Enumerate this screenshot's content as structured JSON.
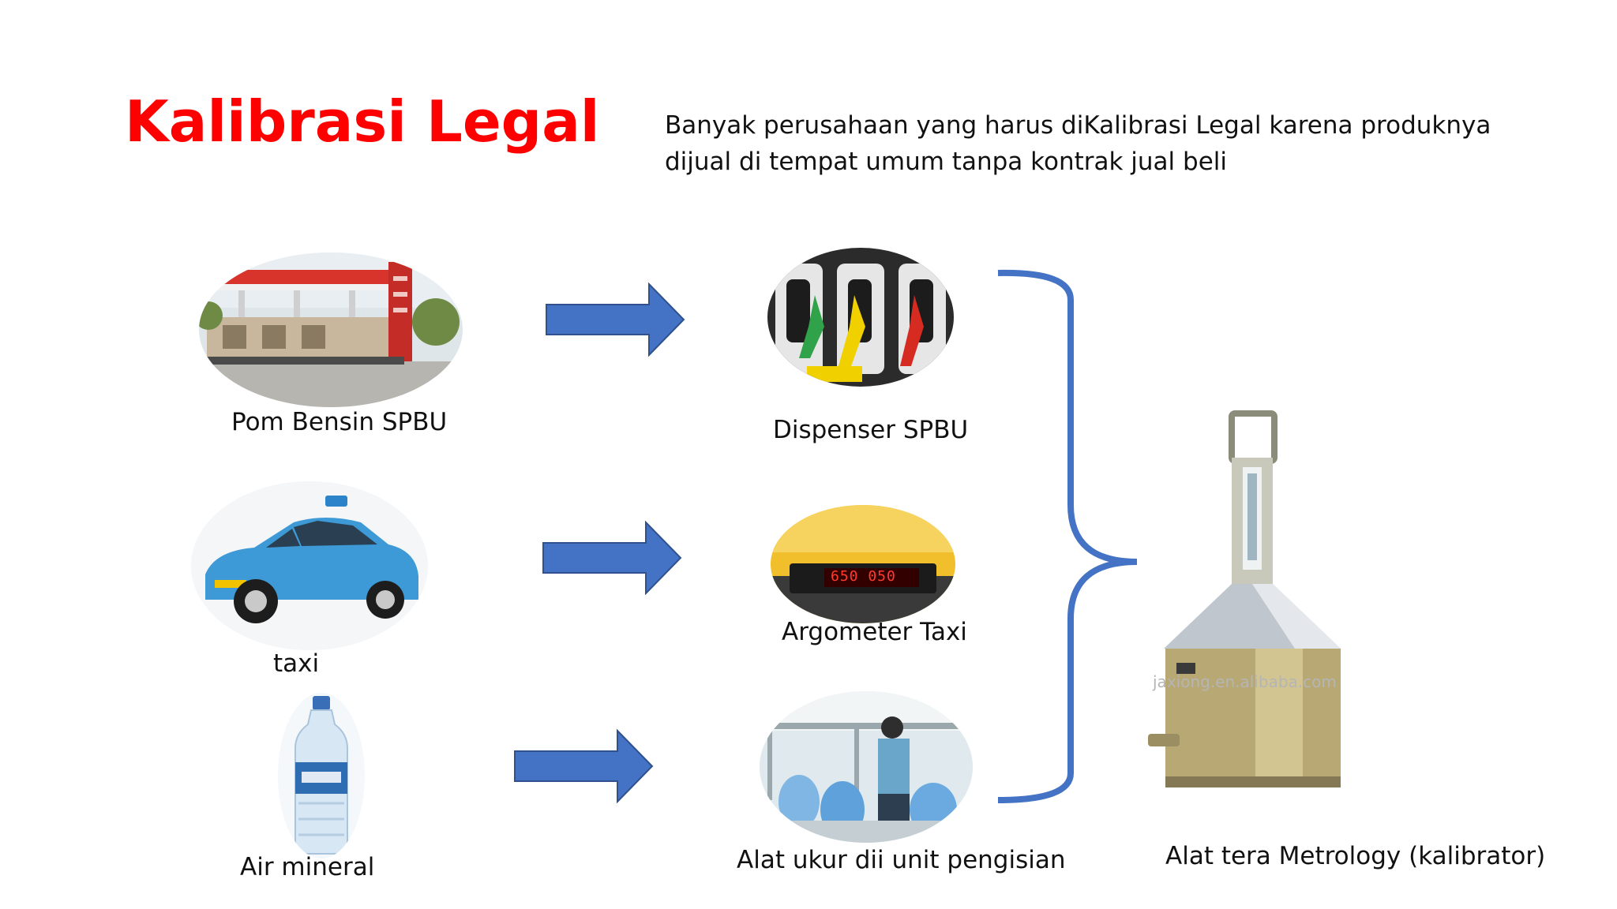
{
  "slide": {
    "title": "Kalibrasi Legal",
    "description_line1": "Banyak perusahaan yang harus diKalibrasi Legal karena produknya",
    "description_line2": "dijual di tempat umum tanpa kontrak jual beli"
  },
  "sources": [
    {
      "label": "Pom Bensin SPBU",
      "icon": "gas-station-photo"
    },
    {
      "label": "taxi",
      "icon": "taxi-car-photo"
    },
    {
      "label": "Air mineral",
      "icon": "water-bottle-photo"
    }
  ],
  "instruments": [
    {
      "label": "Dispenser SPBU",
      "icon": "fuel-nozzle-photo"
    },
    {
      "label": "Argometer Taxi",
      "icon": "taximeter-photo",
      "display": "650 050"
    },
    {
      "label": "Alat ukur dii unit pengisian",
      "icon": "water-filling-photo"
    }
  ],
  "calibrator": {
    "label": "Alat tera Metrology (kalibrator)",
    "icon": "metrology-prover-can-photo",
    "watermark": "jaxiong.en.alibaba.com"
  },
  "colors": {
    "title": "#ff0000",
    "arrow": "#4472c4",
    "brace": "#4472c4"
  }
}
